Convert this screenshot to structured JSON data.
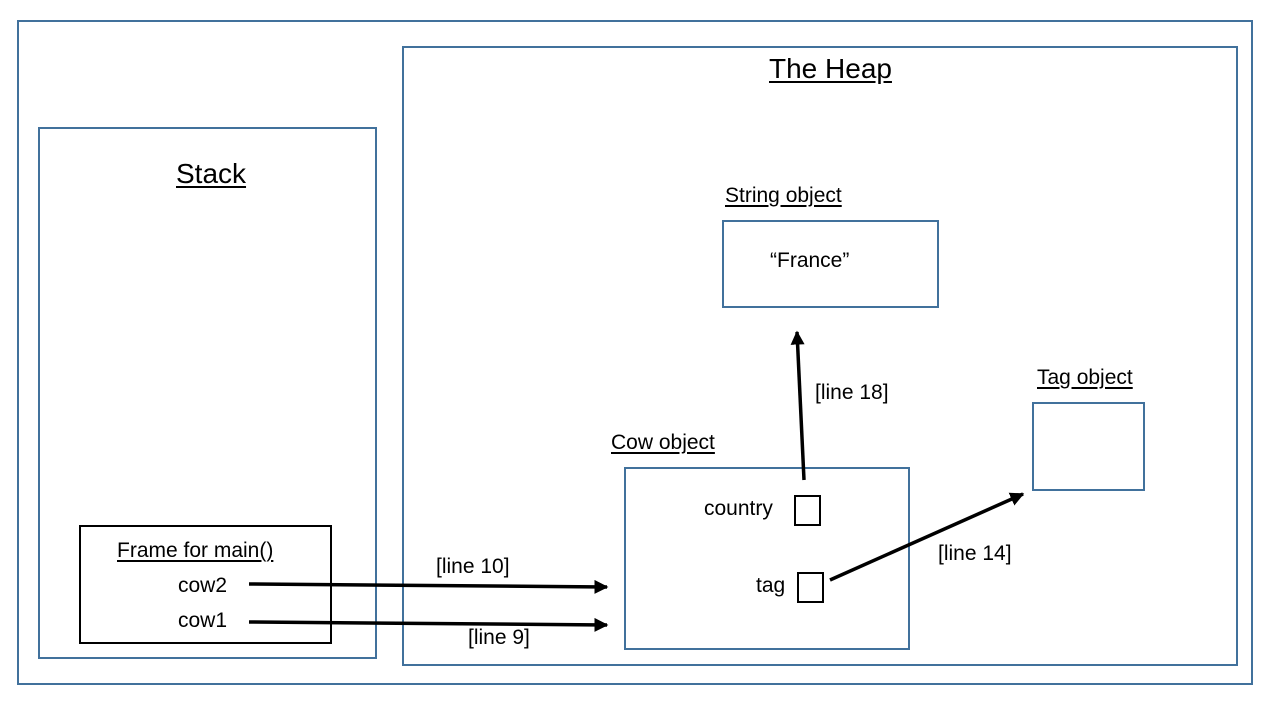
{
  "diagram": {
    "stack": {
      "title": "Stack"
    },
    "heap": {
      "title": "The Heap"
    },
    "frame": {
      "title": "Frame for main()",
      "vars": [
        "cow2",
        "cow1"
      ]
    },
    "string_object": {
      "title": "String object",
      "value": "“France”"
    },
    "cow_object": {
      "title": "Cow object",
      "fields": [
        "country",
        "tag"
      ]
    },
    "tag_object": {
      "title": "Tag object"
    },
    "arrows": {
      "cow2_ref": "[line 10]",
      "cow1_ref": "[line 9]",
      "country_ref": "[line 18]",
      "tag_ref": "[line 14]"
    }
  },
  "colors": {
    "container_border": "#41719c",
    "frame_border": "#000000",
    "arrow": "#000000"
  }
}
